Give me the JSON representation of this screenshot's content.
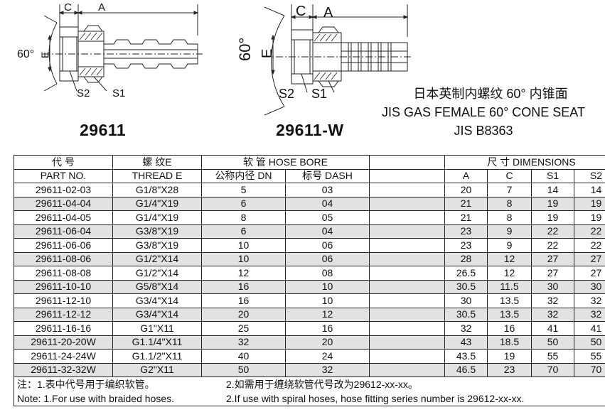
{
  "drawing_left": {
    "dim_c": "C",
    "dim_a": "A",
    "dim_e": "E",
    "angle": "60°",
    "s2": "S2",
    "s1": "S1",
    "model": "29611"
  },
  "drawing_right": {
    "dim_c": "C",
    "dim_a": "A",
    "dim_e": "E",
    "angle": "60°",
    "s2": "S2",
    "s1": "S1",
    "model": "29611-W"
  },
  "title": {
    "line1": "日本英制内螺纹 60° 内锥面",
    "line2": "JIS GAS FEMALE 60° CONE SEAT",
    "line3": "JIS B8363"
  },
  "table": {
    "header1": {
      "part": "代 号",
      "thread": "螺 纹E",
      "hose": "软 管 HOSE BORE",
      "dims": "尺 寸 DIMENSIONS"
    },
    "header2": {
      "part": "PART NO.",
      "thread": "THREAD E",
      "dn": "公称内径 DN",
      "dash": "标号 DASH",
      "a": "A",
      "c": "C",
      "s1": "S1",
      "s2": "S2"
    },
    "rows": [
      {
        "part": "29611-02-03",
        "thread": "G1/8\"X28",
        "dn": "5",
        "dash": "03",
        "a": "20",
        "c": "7",
        "s1": "14",
        "s2": "14"
      },
      {
        "part": "29611-04-04",
        "thread": "G1/4\"X19",
        "dn": "6",
        "dash": "04",
        "a": "21",
        "c": "8",
        "s1": "19",
        "s2": "19"
      },
      {
        "part": "29611-04-05",
        "thread": "G1/4\"X19",
        "dn": "8",
        "dash": "05",
        "a": "21",
        "c": "8",
        "s1": "19",
        "s2": "19"
      },
      {
        "part": "29611-06-04",
        "thread": "G3/8\"X19",
        "dn": "6",
        "dash": "04",
        "a": "23",
        "c": "9",
        "s1": "22",
        "s2": "22"
      },
      {
        "part": "29611-06-06",
        "thread": "G3/8\"X19",
        "dn": "10",
        "dash": "06",
        "a": "23",
        "c": "9",
        "s1": "22",
        "s2": "22"
      },
      {
        "part": "29611-08-06",
        "thread": "G1/2\"X14",
        "dn": "10",
        "dash": "06",
        "a": "28",
        "c": "12",
        "s1": "27",
        "s2": "27"
      },
      {
        "part": "29611-08-08",
        "thread": "G1/2\"X14",
        "dn": "12",
        "dash": "08",
        "a": "26.5",
        "c": "12",
        "s1": "27",
        "s2": "27"
      },
      {
        "part": "29611-10-10",
        "thread": "G5/8\"X14",
        "dn": "16",
        "dash": "10",
        "a": "30.5",
        "c": "11.5",
        "s1": "30",
        "s2": "30"
      },
      {
        "part": "29611-12-10",
        "thread": "G3/4\"X14",
        "dn": "16",
        "dash": "10",
        "a": "30",
        "c": "13.5",
        "s1": "32",
        "s2": "32"
      },
      {
        "part": "29611-12-12",
        "thread": "G3/4\"X14",
        "dn": "20",
        "dash": "12",
        "a": "30.5",
        "c": "13.5",
        "s1": "32",
        "s2": "32"
      },
      {
        "part": "29611-16-16",
        "thread": "G1\"X11",
        "dn": "25",
        "dash": "16",
        "a": "32",
        "c": "16",
        "s1": "41",
        "s2": "41"
      },
      {
        "part": "29611-20-20W",
        "thread": "G1.1/4\"X11",
        "dn": "32",
        "dash": "20",
        "a": "43",
        "c": "18.5",
        "s1": "50",
        "s2": "50"
      },
      {
        "part": "29611-24-24W",
        "thread": "G1.1/2\"X11",
        "dn": "40",
        "dash": "24",
        "a": "43.5",
        "c": "19",
        "s1": "55",
        "s2": "55"
      },
      {
        "part": "29611-32-32W",
        "thread": "G2\"X11",
        "dn": "50",
        "dash": "32",
        "a": "46.5",
        "c": "23",
        "s1": "70",
        "s2": "70"
      }
    ],
    "notes": {
      "cn1": "注：1.表中代号用于编织软管。",
      "cn2": "2.如需用于缠绕软管代号改为29612-xx-xx。",
      "en1": "Note: 1.For use with braided hoses.",
      "en2": "2.If use with spiral hoses, hose fitting series number is 29612-xx-xx."
    }
  },
  "colors": {
    "row_shade": "#e2e2e2",
    "line": "#222222"
  }
}
